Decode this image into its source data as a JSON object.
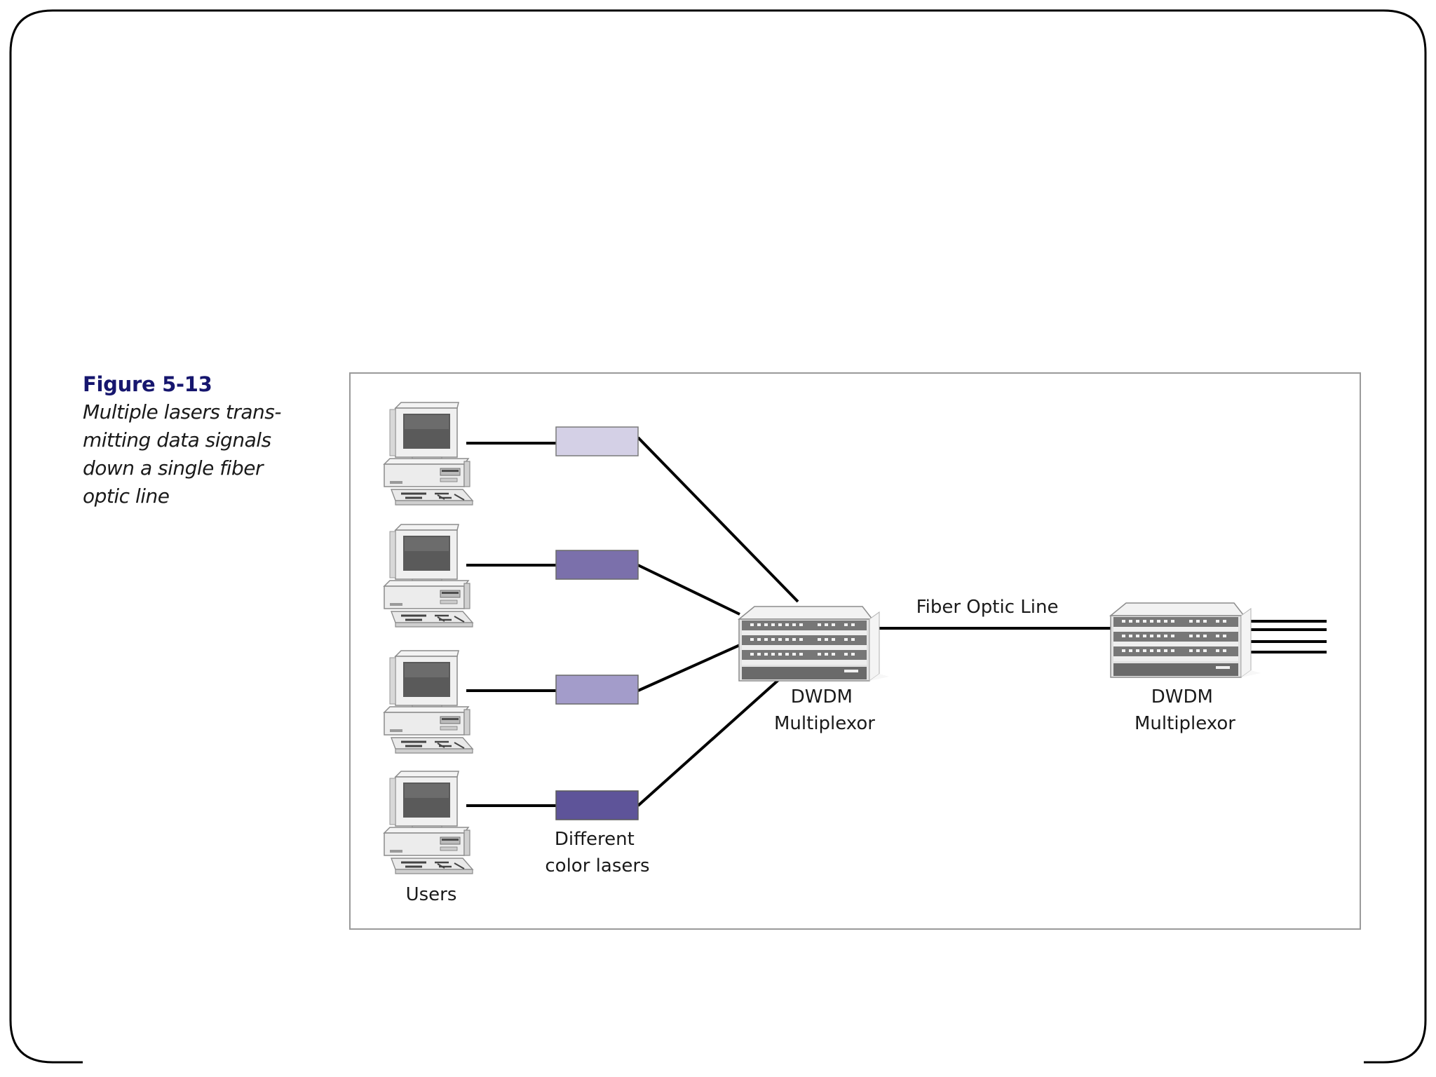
{
  "caption": {
    "title": "Figure 5-13",
    "lines": [
      "Multiple lasers trans-",
      "mitting data signals",
      "down a single fiber",
      "optic line"
    ]
  },
  "diagram": {
    "users_label": "Users",
    "lasers_label_lines": [
      "Different",
      "color lasers"
    ],
    "fiber_label": "Fiber Optic Line",
    "mux_left_lines": [
      "DWDM",
      "Multiplexor"
    ],
    "mux_right_lines": [
      "DWDM",
      "Multiplexor"
    ],
    "laser_colors": [
      "#d4d0e6",
      "#7b70ab",
      "#a39cca",
      "#5e5499"
    ],
    "user_count": 4,
    "output_line_count": 4
  },
  "icons": {
    "computer": "desktop-computer-icon",
    "multiplexor": "dwdm-multiplexor-icon",
    "laser": "laser-block-icon"
  }
}
